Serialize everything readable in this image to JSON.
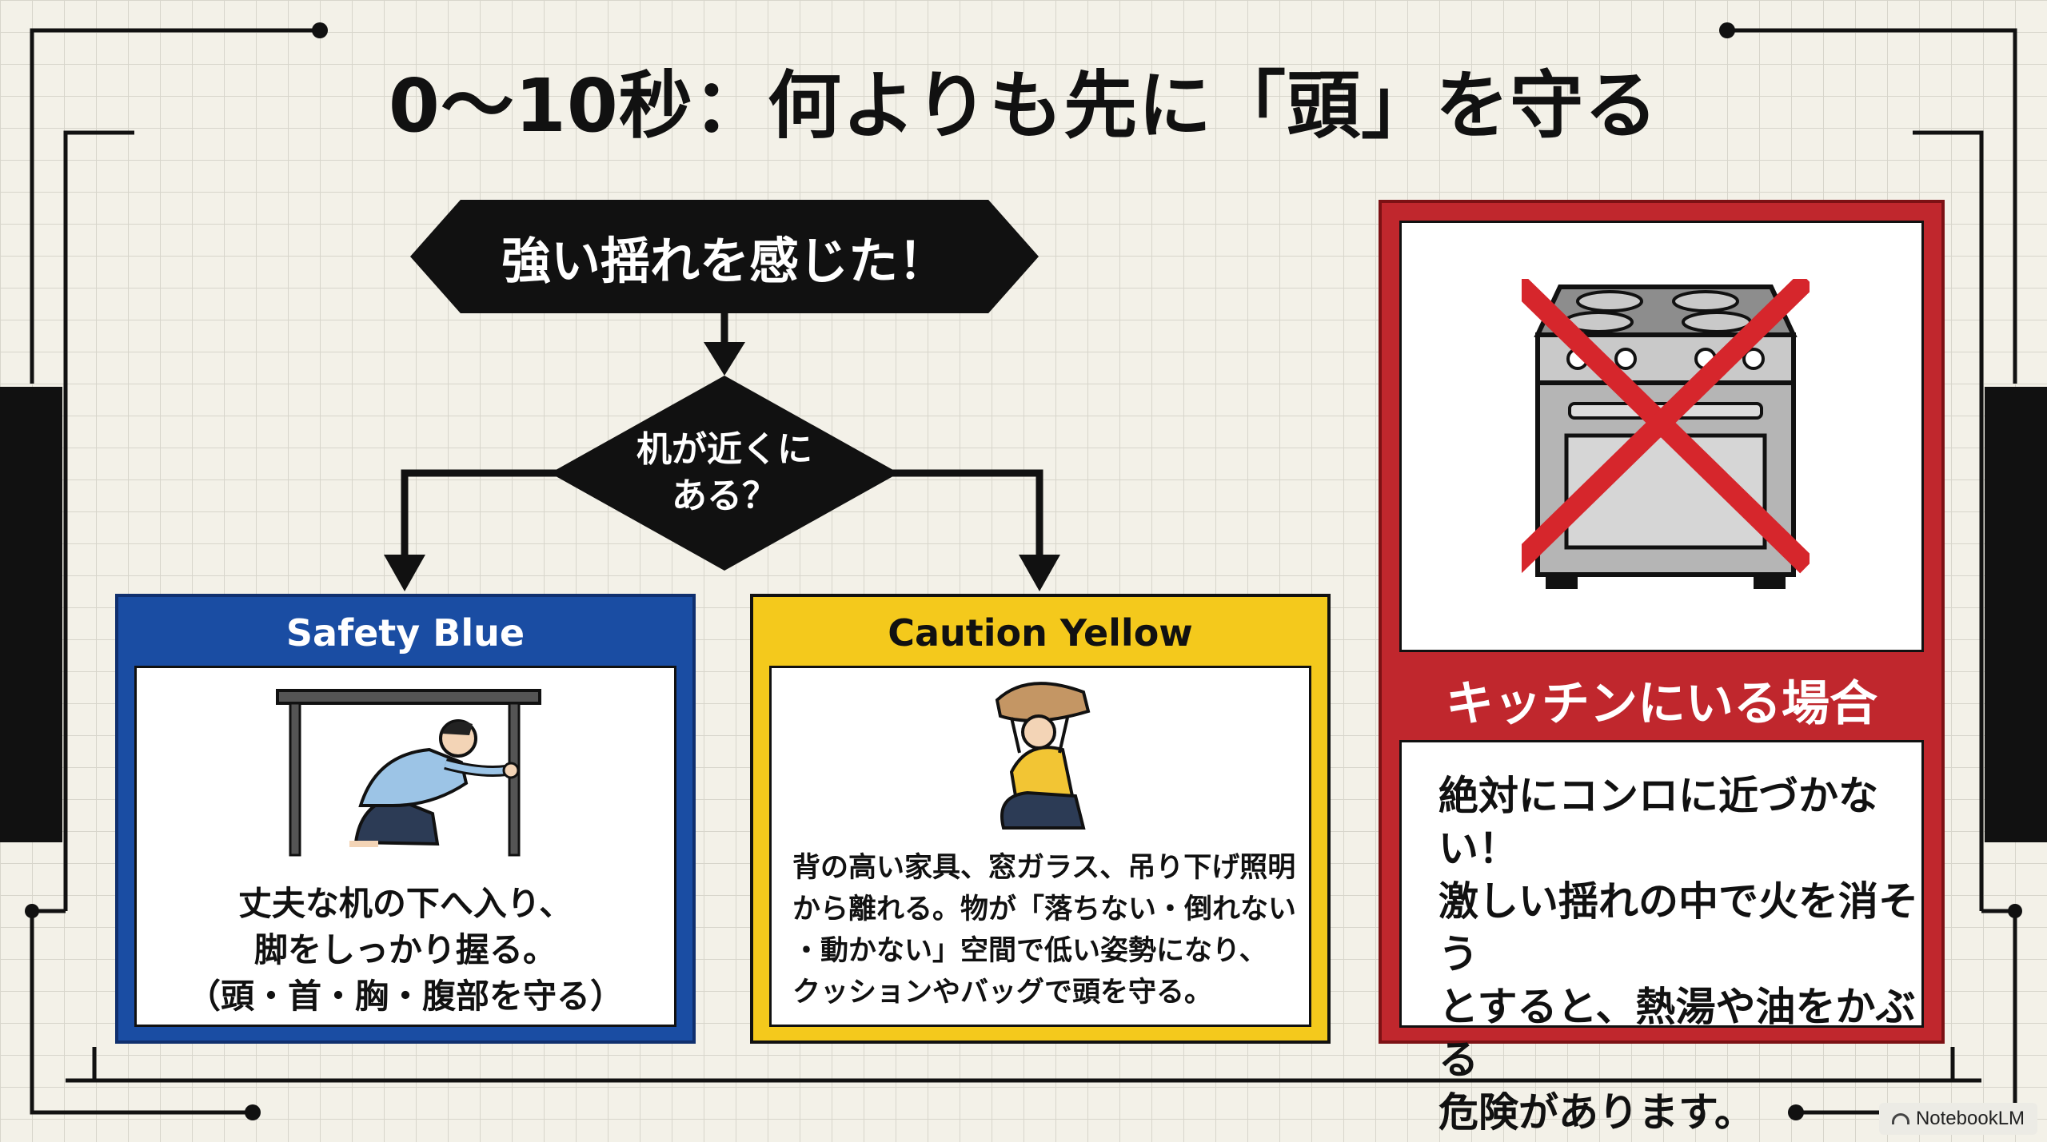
{
  "title": "0〜10秒：何よりも先に「頭」を守る",
  "flow": {
    "start": "強い揺れを感じた！",
    "decision_line1": "机が近くに",
    "decision_line2": "ある？"
  },
  "blue_card": {
    "heading": "Safety Blue",
    "lines": [
      "丈夫な机の下へ入り、",
      "脚をしっかり握る。",
      "（頭・首・胸・腹部を守る）"
    ]
  },
  "yellow_card": {
    "heading": "Caution Yellow",
    "lines": [
      "背の高い家具、窓ガラス、吊り下げ照明",
      "から離れる。物が「落ちない・倒れない",
      "・動かない」空間で低い姿勢になり、",
      "クッションやバッグで頭を守る。"
    ]
  },
  "red_card": {
    "heading": "キッチンにいる場合",
    "lines": [
      "絶対にコンロに近づかない！",
      "激しい揺れの中で火を消そう",
      "とすると、熱湯や油をかぶる",
      "危険があります。"
    ]
  },
  "badge": "NotebookLM",
  "colors": {
    "blue": "#1a4da3",
    "yellow": "#f4c91c",
    "red": "#c0272d",
    "ink": "#111111"
  }
}
